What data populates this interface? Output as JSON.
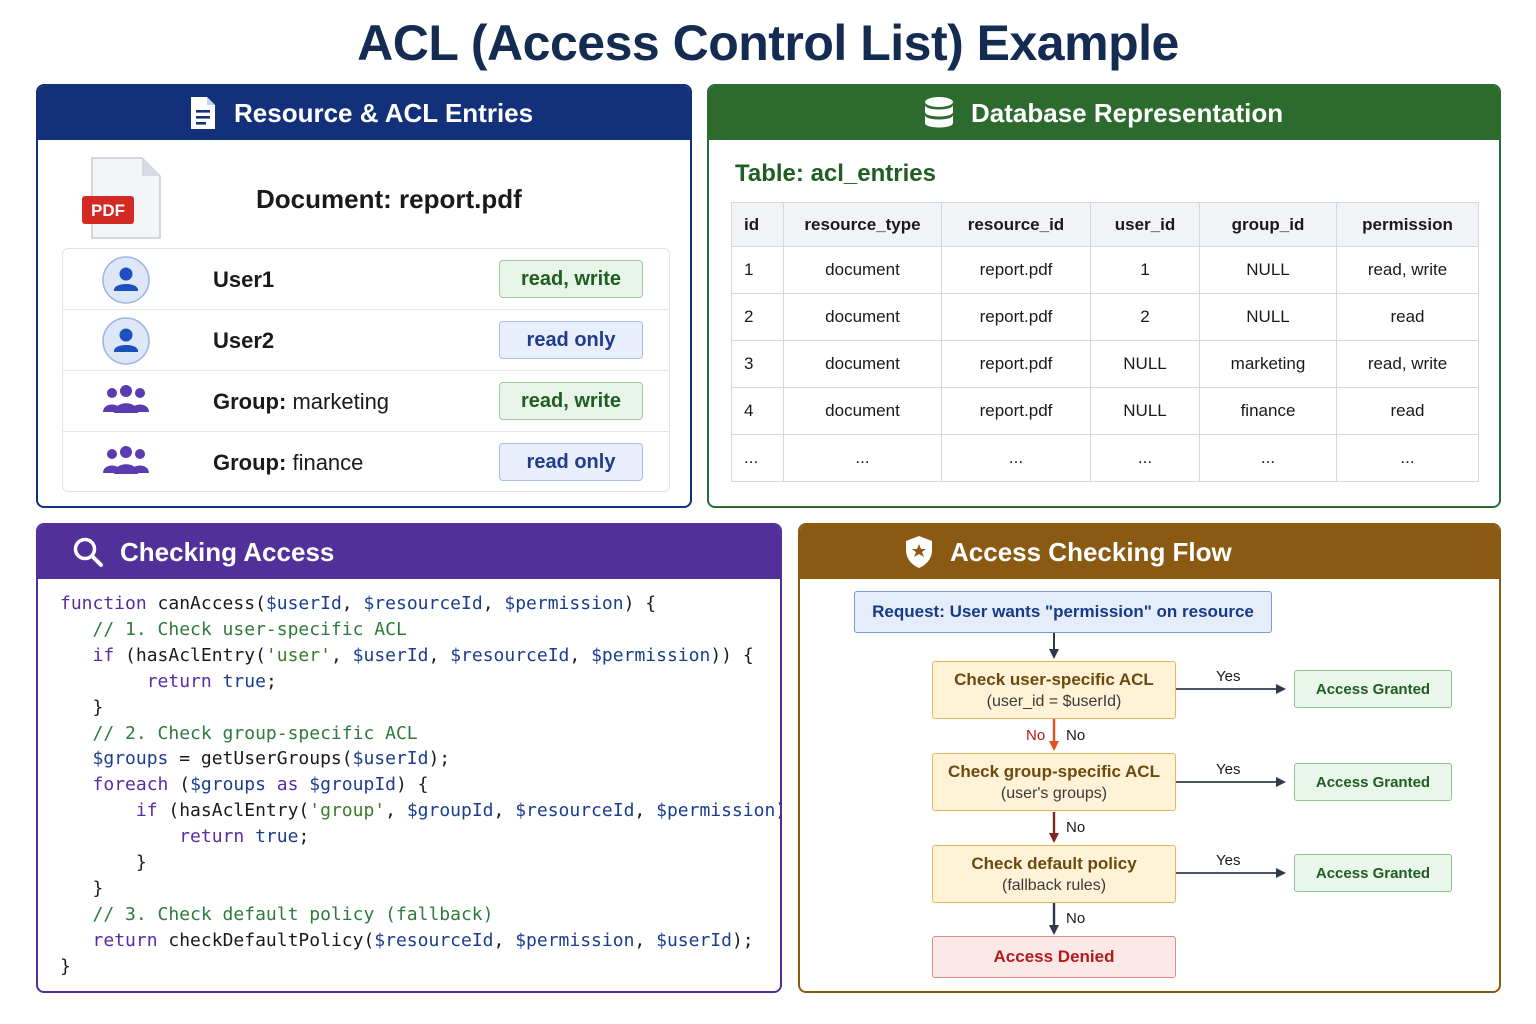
{
  "title": "ACL (Access Control List) Example",
  "resource_panel": {
    "header": "Resource & ACL Entries",
    "pdf_label": "PDF",
    "document": {
      "label": "Document:",
      "name": "report.pdf"
    },
    "entries": [
      {
        "prefix": "",
        "name": "User1",
        "permission": "read, write",
        "kind": "user"
      },
      {
        "prefix": "",
        "name": "User2",
        "permission": "read only",
        "kind": "user"
      },
      {
        "prefix": "Group:",
        "name": "marketing",
        "permission": "read, write",
        "kind": "group"
      },
      {
        "prefix": "Group:",
        "name": "finance",
        "permission": "read only",
        "kind": "group"
      }
    ]
  },
  "db_panel": {
    "header": "Database Representation",
    "table_title": "Table: acl_entries",
    "columns": [
      "id",
      "resource_type",
      "resource_id",
      "user_id",
      "group_id",
      "permission"
    ],
    "rows": [
      [
        "1",
        "document",
        "report.pdf",
        "1",
        "NULL",
        "read, write"
      ],
      [
        "2",
        "document",
        "report.pdf",
        "2",
        "NULL",
        "read"
      ],
      [
        "3",
        "document",
        "report.pdf",
        "NULL",
        "marketing",
        "read, write"
      ],
      [
        "4",
        "document",
        "report.pdf",
        "NULL",
        "finance",
        "read"
      ],
      [
        "...",
        "...",
        "...",
        "...",
        "...",
        "..."
      ]
    ]
  },
  "code_panel": {
    "header": "Checking Access",
    "lines": [
      "function canAccess($userId, $resourceId, $permission) {",
      "   // 1. Check user-specific ACL",
      "   if (hasAclEntry('user', $userId, $resourceId, $permission)) {",
      "        return true;",
      "   }",
      "   // 2. Check group-specific ACL",
      "   $groups = getUserGroups($userId);",
      "   foreach ($groups as $groupId) {",
      "       if (hasAclEntry('group', $groupId, $resourceId, $permission)) {",
      "           return true;",
      "       }",
      "   }",
      "   // 3. Check default policy (fallback)",
      "   return checkDefaultPolicy($resourceId, $permission, $userId);",
      "}"
    ]
  },
  "flow_panel": {
    "header": "Access Checking Flow",
    "request": "Request: User wants \"permission\" on resource",
    "checks": [
      {
        "title": "Check user-specific ACL",
        "detail": "(user_id = $userId)"
      },
      {
        "title": "Check group-specific ACL",
        "detail": "(user's groups)"
      },
      {
        "title": "Check default policy",
        "detail": "(fallback rules)"
      }
    ],
    "granted": "Access Granted",
    "denied": "Access Denied",
    "yes_label": "Yes",
    "no_label": "No"
  },
  "colors": {
    "title": "#142b52",
    "resource_header": "#13317a",
    "db_header": "#2c6a2e",
    "code_header": "#51309a",
    "flow_header": "#8a5a12",
    "granted": "#1f5e22",
    "denied": "#b31b1b"
  },
  "icons": {
    "resource_header": "document-icon",
    "db_header": "database-icon",
    "code_header": "search-icon",
    "flow_header": "shield-icon",
    "user": "user-icon",
    "group": "group-icon",
    "document": "pdf-file-icon"
  }
}
